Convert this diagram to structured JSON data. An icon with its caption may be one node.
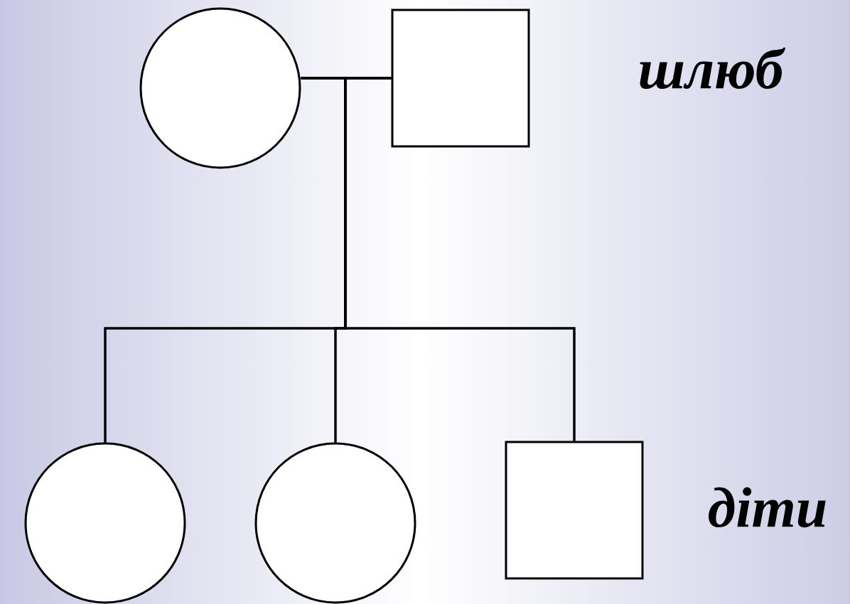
{
  "diagram": {
    "nodes": [
      {
        "text": [],
        "shape": "circle"
      },
      {
        "text": [],
        "shape": "box"
      },
      {
        "text": [],
        "shape": "circle"
      },
      {
        "text": [],
        "shape": "circle"
      },
      {
        "text": [],
        "shape": "box"
      }
    ],
    "edges": [
      {
        "from": 0,
        "to": 1,
        "arrow": "none"
      },
      {
        "from": 0,
        "to": 2,
        "arrow": "none"
      },
      {
        "from": 0,
        "to": 3,
        "arrow": "none"
      },
      {
        "from": 0,
        "to": 4,
        "arrow": "none"
      },
      {
        "from": 1,
        "to": 2,
        "arrow": "none"
      },
      {
        "from": 1,
        "to": 3,
        "arrow": "none"
      },
      {
        "from": 1,
        "to": 4,
        "arrow": "none"
      }
    ],
    "labels": [
      "шлюб",
      "діти"
    ]
  }
}
